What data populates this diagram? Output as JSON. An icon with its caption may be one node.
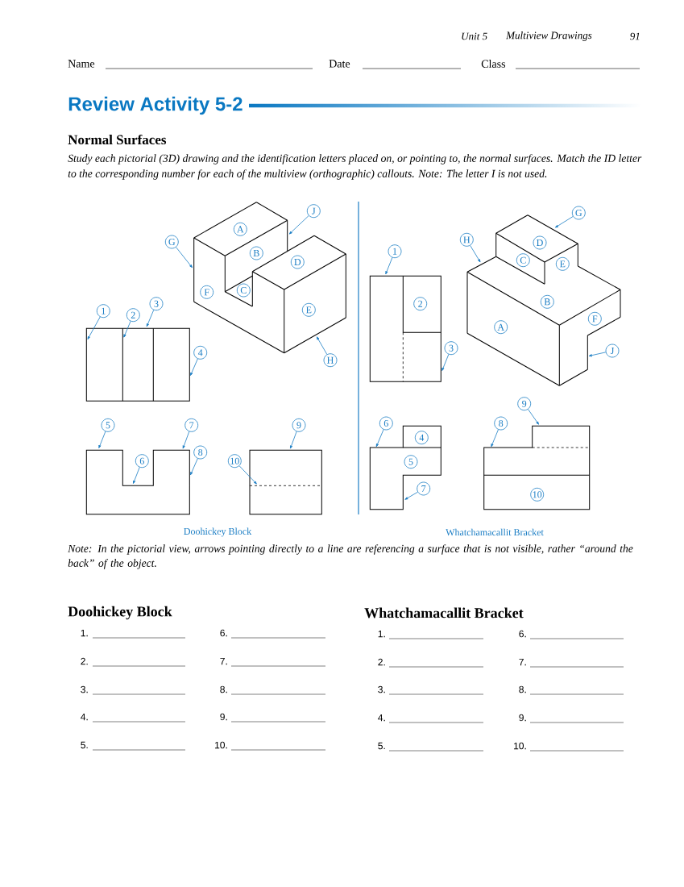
{
  "diagram": {
    "title": "Review Activity 5-2",
    "nodes": [
      {
        "text": [],
        "shape": "picture"
      },
      {
        "text": [
          "J"
        ],
        "in": 0
      },
      {
        "text": [
          "A"
        ],
        "in": 0
      },
      {
        "text": [
          "G"
        ]
      },
      {
        "text": [
          "B"
        ],
        "in": 0
      },
      {
        "text": [
          "D"
        ],
        "in": 0
      },
      {
        "text": [
          "C"
        ],
        "in": 0
      },
      {
        "text": [
          "F"
        ],
        "in": 0
      },
      {
        "text": [
          "E"
        ],
        "in": 0
      },
      {
        "text": [
          "1"
        ]
      },
      {
        "text": [
          "2"
        ]
      },
      {
        "text": [
          "3"
        ]
      },
      {
        "text": [],
        "shape": "picture"
      },
      {
        "text": [
          "4"
        ]
      },
      {
        "text": [
          "H"
        ]
      },
      {
        "text": [
          "5"
        ]
      },
      {
        "text": [
          "7"
        ]
      },
      {
        "text": [
          "9"
        ]
      },
      {
        "text": [
          "8"
        ]
      },
      {
        "text": [],
        "shape": "picture"
      },
      {
        "text": [
          "6"
        ],
        "in": 19
      },
      {
        "text": [
          "10"
        ]
      },
      {
        "text": [],
        "shape": "picture"
      },
      {
        "text": [
          "G"
        ]
      },
      {
        "text": [
          "H"
        ]
      },
      {
        "text": [],
        "shape": "picture"
      },
      {
        "text": [
          "D"
        ],
        "in": 25
      },
      {
        "text": [
          "1"
        ]
      },
      {
        "text": [
          "C"
        ],
        "in": 25
      },
      {
        "text": [
          "E"
        ],
        "in": 25
      },
      {
        "text": [],
        "shape": "picture"
      },
      {
        "text": [
          "B"
        ],
        "in": 25
      },
      {
        "text": [
          "2"
        ],
        "in": 30
      },
      {
        "text": [
          "F"
        ],
        "in": 25
      },
      {
        "text": [
          "A"
        ],
        "in": 25
      },
      {
        "text": [
          "3"
        ]
      },
      {
        "text": [
          "J"
        ],
        "in": 25
      },
      {
        "text": [
          "9"
        ]
      },
      {
        "text": [
          "6"
        ]
      },
      {
        "text": [
          "8"
        ]
      },
      {
        "text": [],
        "shape": "picture"
      },
      {
        "text": [
          "4"
        ],
        "in": 40
      },
      {
        "text": [
          "5"
        ],
        "in": 40
      },
      {
        "text": [
          "7"
        ],
        "in": 40
      },
      {
        "text": [],
        "shape": "picture"
      },
      {
        "text": [
          "10"
        ],
        "in": 44
      }
    ],
    "edges": [
      {
        "from": 1,
        "to": 0,
        "arrow": "to"
      },
      {
        "from": 3,
        "to": 0,
        "arrow": "to"
      },
      {
        "from": 9,
        "to": 12,
        "arrow": "to"
      },
      {
        "from": 10,
        "to": 12,
        "arrow": "to"
      },
      {
        "from": 11,
        "to": 12,
        "arrow": "to"
      },
      {
        "from": 13,
        "to": 12,
        "arrow": "to"
      },
      {
        "from": 14,
        "to": 0,
        "arrow": "to"
      },
      {
        "from": 15,
        "to": 19,
        "arrow": "to"
      },
      {
        "from": 16,
        "to": 19,
        "arrow": "to"
      },
      {
        "from": 17,
        "to": 22,
        "arrow": "to"
      },
      {
        "from": 18,
        "to": 19,
        "arrow": "to"
      },
      {
        "from": 20,
        "to": 19,
        "arrow": "to"
      },
      {
        "from": 21,
        "to": 22,
        "arrow": "to"
      },
      {
        "from": 23,
        "to": 25,
        "arrow": "to"
      },
      {
        "from": 24,
        "to": 25,
        "arrow": "to"
      },
      {
        "from": 27,
        "to": 30,
        "arrow": "to"
      },
      {
        "from": 35,
        "to": 30,
        "arrow": "to"
      },
      {
        "from": 36,
        "to": 25,
        "arrow": "to"
      },
      {
        "from": 37,
        "to": 44,
        "arrow": "to"
      },
      {
        "from": 38,
        "to": 40,
        "arrow": "to"
      },
      {
        "from": 39,
        "to": 44,
        "arrow": "to"
      },
      {
        "from": 43,
        "to": 40,
        "arrow": "to"
      }
    ],
    "labels": [
      "Unit 5",
      "Multiview Drawings",
      "91",
      "Name",
      "Date",
      "Class",
      "Normal Surfaces",
      "Study each pictorial (3D) drawing and the identification letters placed on, or pointing to, the normal surfaces. Match the ID letter to the corresponding number for each of the multiview (orthographic) callouts. Note: The letter I is not used.",
      "Doohickey Block",
      "Whatchamacallit Bracket",
      "Note: In the pictorial view, arrows pointing directly to a line are referencing a surface that is not visible, rather “around the back” of the object.",
      "Doohickey Block",
      "Whatchamacallit Bracket",
      "1.",
      "6.",
      "2.",
      "7.",
      "3.",
      "8.",
      "4.",
      "9.",
      "5.",
      "10.",
      "1.",
      "6.",
      "2.",
      "7.",
      "3.",
      "8.",
      "4.",
      "9.",
      "5.",
      "10."
    ]
  }
}
